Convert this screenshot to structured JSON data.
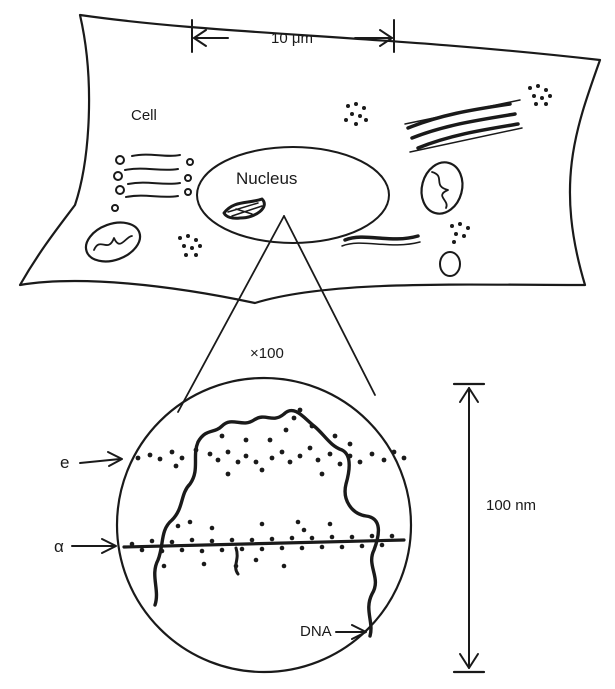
{
  "labels": {
    "scale_top": "10 μm",
    "cell": "Cell",
    "nucleus": "Nucleus",
    "magnification": "×100",
    "e_label": "e",
    "alpha_label": "α",
    "scale_side": "100 nm",
    "dna": "DNA"
  },
  "colors": {
    "ink": "#1a1a1a",
    "background": "#ffffff"
  }
}
